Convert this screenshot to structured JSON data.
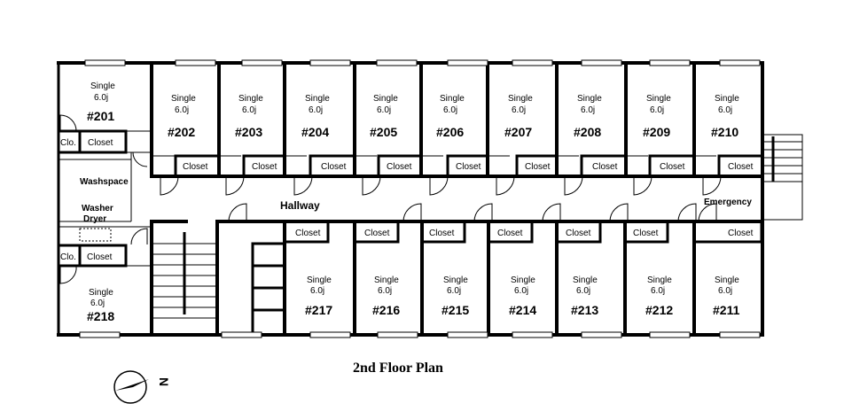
{
  "title": "2nd Floor Plan",
  "north_marker": "N",
  "room_type": "Single",
  "room_size": "6.0j",
  "closet_label": "Closet",
  "clo_label": "Clo.",
  "areas": {
    "hallway": "Hallway",
    "washspace": "Washspace",
    "washer": "Washer",
    "dryer": "Dryer",
    "emergency": "Emergency"
  },
  "top_rooms": [
    "#201",
    "#202",
    "#203",
    "#204",
    "#205",
    "#206",
    "#207",
    "#208",
    "#209",
    "#210"
  ],
  "bottom_rooms": [
    "#218",
    "#217",
    "#216",
    "#215",
    "#214",
    "#213",
    "#212",
    "#211"
  ]
}
